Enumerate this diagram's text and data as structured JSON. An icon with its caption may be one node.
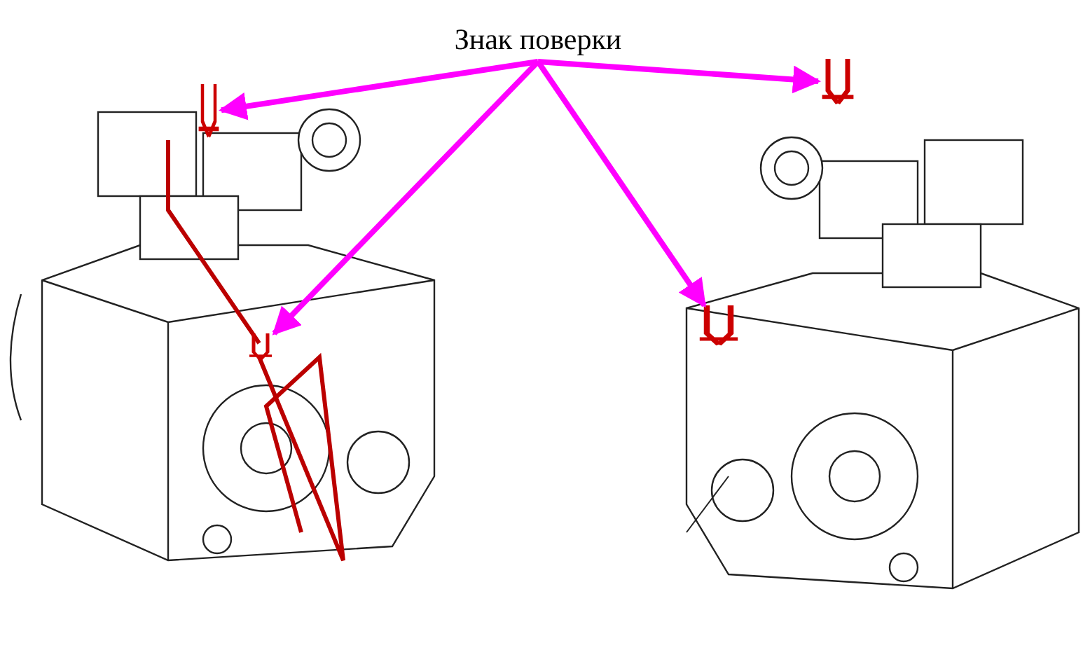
{
  "diagram": {
    "nodes": [
      {
        "text": [
          "Знак поверки"
        ]
      },
      {
        "text": [],
        "shape": "picture"
      },
      {
        "text": [],
        "shape": "picture"
      },
      {
        "text": [],
        "shape": "picture"
      },
      {
        "text": [],
        "shape": "picture"
      }
    ],
    "edges": [
      {
        "from": 0,
        "to": 1,
        "arrow": "to"
      },
      {
        "from": 0,
        "to": 2,
        "arrow": "to"
      },
      {
        "from": 0,
        "to": 3,
        "arrow": "to"
      },
      {
        "from": 0,
        "to": 4,
        "arrow": "to"
      }
    ]
  }
}
